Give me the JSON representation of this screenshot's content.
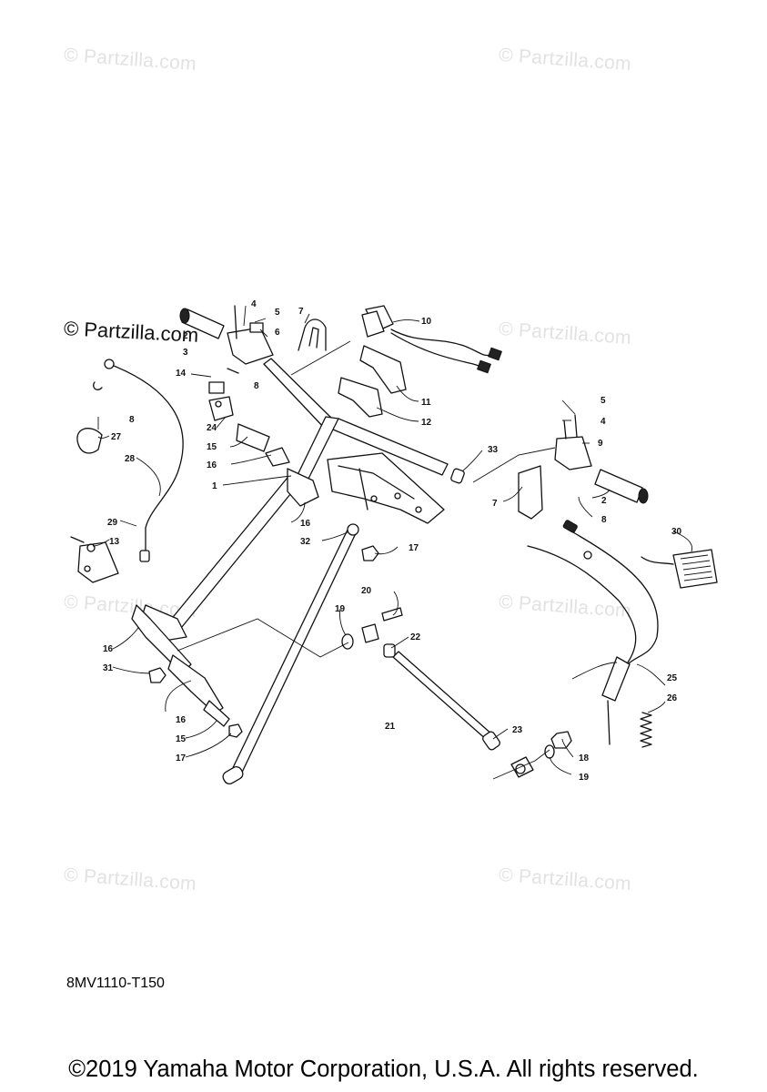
{
  "watermarks": {
    "light": "© Partzilla.com",
    "dark": "© Partzilla.com"
  },
  "diagram_code": "8MV1110-T150",
  "copyright": "©2019 Yamaha Motor Corporation, U.S.A. All rights reserved.",
  "callouts": [
    "1",
    "2",
    "3",
    "4",
    "5",
    "6",
    "7",
    "8",
    "9",
    "10",
    "11",
    "12",
    "13",
    "14",
    "15",
    "16",
    "17",
    "18",
    "19",
    "20",
    "21",
    "22",
    "23",
    "24",
    "25",
    "26",
    "27",
    "28",
    "29",
    "30",
    "31",
    "32",
    "33"
  ]
}
